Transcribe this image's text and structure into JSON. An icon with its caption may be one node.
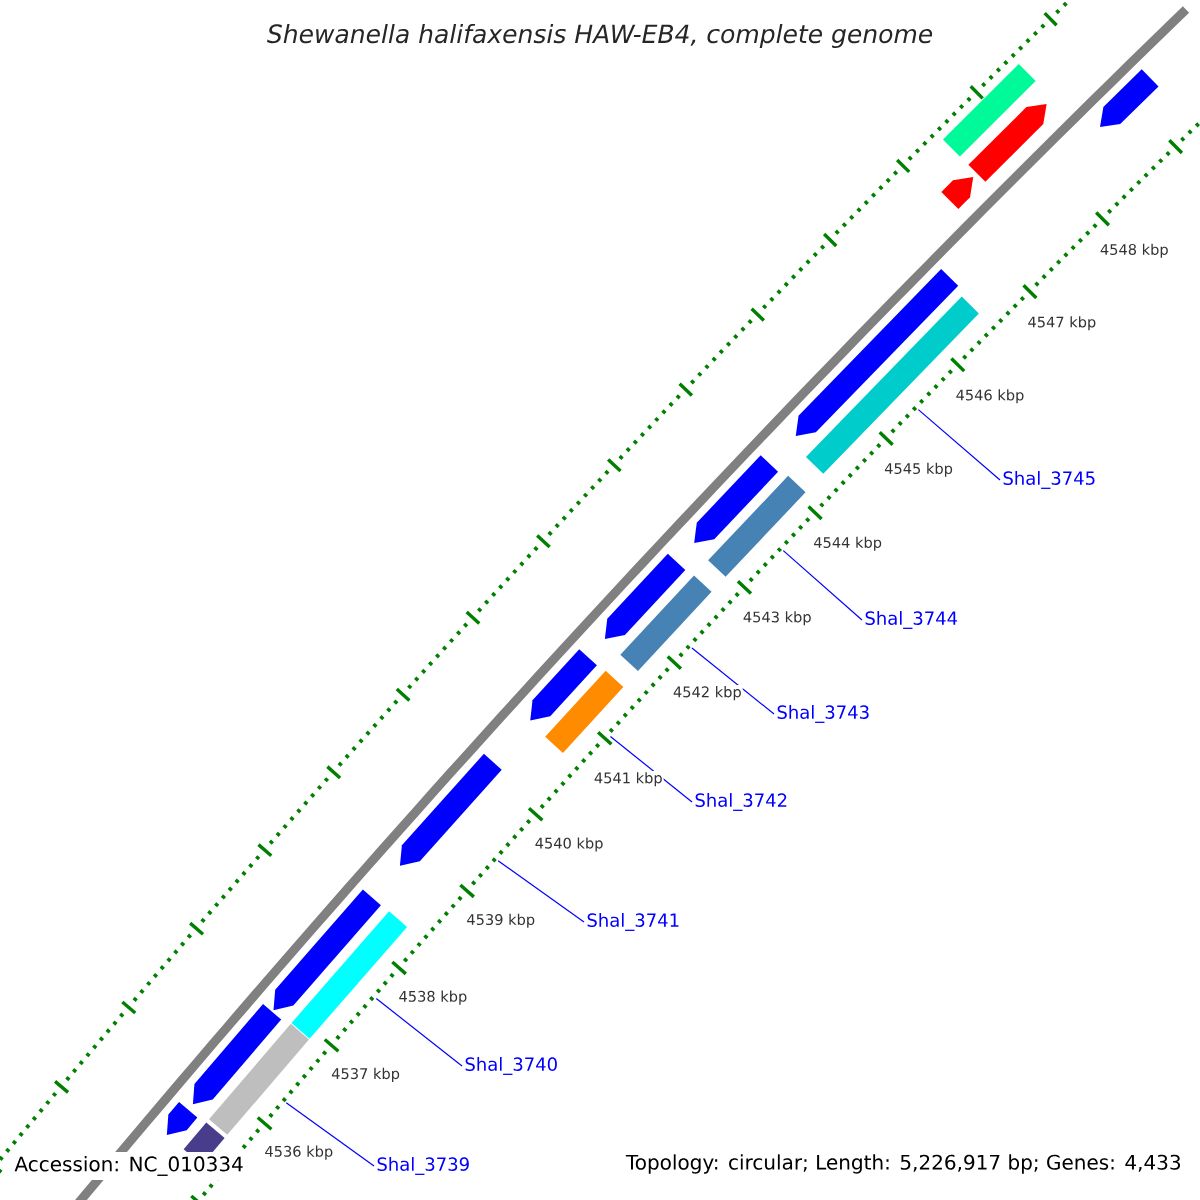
{
  "diagram": {
    "title": "Shewanella halifaxensis HAW-EB4, complete genome",
    "nodes": [
      {
        "text": [
          "Shal_3745"
        ]
      },
      {
        "text": [
          "Shal_3744"
        ]
      },
      {
        "text": [
          "Shal_3743"
        ]
      },
      {
        "text": [
          "Shal_3742"
        ]
      },
      {
        "text": [
          "Shal_3741"
        ]
      },
      {
        "text": [
          "Shal_3740"
        ]
      },
      {
        "text": [
          "Shal_3739"
        ]
      }
    ],
    "edges": [
      {
        "from": 0,
        "to": null,
        "arrow": "none"
      },
      {
        "from": 1,
        "to": null,
        "arrow": "none"
      },
      {
        "from": 2,
        "to": null,
        "arrow": "none"
      },
      {
        "from": 3,
        "to": null,
        "arrow": "none"
      },
      {
        "from": 4,
        "to": null,
        "arrow": "none"
      },
      {
        "from": 5,
        "to": null,
        "arrow": "none"
      },
      {
        "from": 6,
        "to": null,
        "arrow": "none"
      }
    ],
    "labels": [
      "4548 kbp",
      "4547 kbp",
      "4546 kbp",
      "4545 kbp",
      "4544 kbp",
      "4543 kbp",
      "4542 kbp",
      "4541 kbp",
      "4540 kbp",
      "4539 kbp",
      "4538 kbp",
      "4537 kbp",
      "4536 kbp",
      "Accession: NC_010334",
      "Topology: circular; Length: 5,226,917 bp; Genes: 4,433"
    ]
  }
}
